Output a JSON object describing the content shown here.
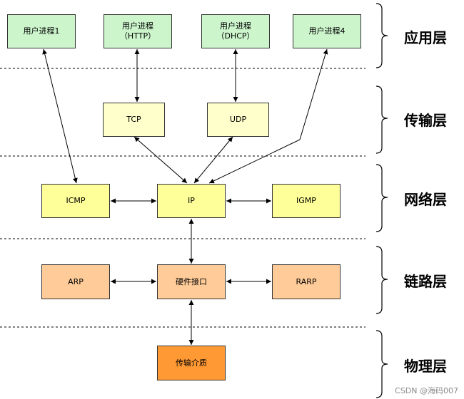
{
  "colors": {
    "app": "#ccf5cc",
    "transport": "#ffffcc",
    "network": "#ffff99",
    "link": "#ffcc99",
    "physical": "#ff9933",
    "line": "#000000"
  },
  "layers": {
    "application": "应用层",
    "transport": "传输层",
    "network": "网络层",
    "link": "链路层",
    "physical": "物理层"
  },
  "boxes": {
    "proc1": "用户进程1",
    "proc_http": "用户进程\n（HTTP）",
    "proc_dhcp": "用户进程\n（DHCP）",
    "proc4": "用户进程4",
    "tcp": "TCP",
    "udp": "UDP",
    "icmp": "ICMP",
    "ip": "IP",
    "igmp": "IGMP",
    "arp": "ARP",
    "hw": "硬件接口",
    "rarp": "RARP",
    "medium": "传输介质"
  },
  "watermark": "CSDN @海码007"
}
